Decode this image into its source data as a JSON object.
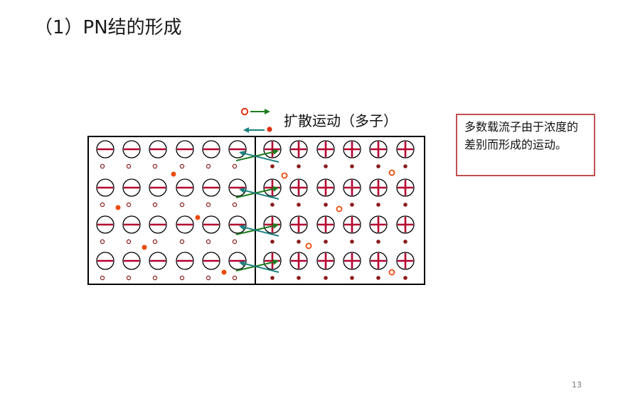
{
  "title": "（1）PN结的形成",
  "legend": {
    "label": "扩散运动（多子）"
  },
  "note": {
    "text": "多数载流子由于浓度的差别而形成的运动。"
  },
  "page_number": "13",
  "colors": {
    "red": "#b5002f",
    "orange": "#ee4b0c",
    "dark_red": "#8b1a1a",
    "green": "#1e7d1e",
    "teal": "#1a8080",
    "note_border": "#c0504d"
  },
  "icons": {
    "hole": "hollow-red-circle",
    "electron": "solid-red-dot",
    "negative_ion": "circle-with-minus",
    "positive_ion": "circle-with-plus"
  }
}
